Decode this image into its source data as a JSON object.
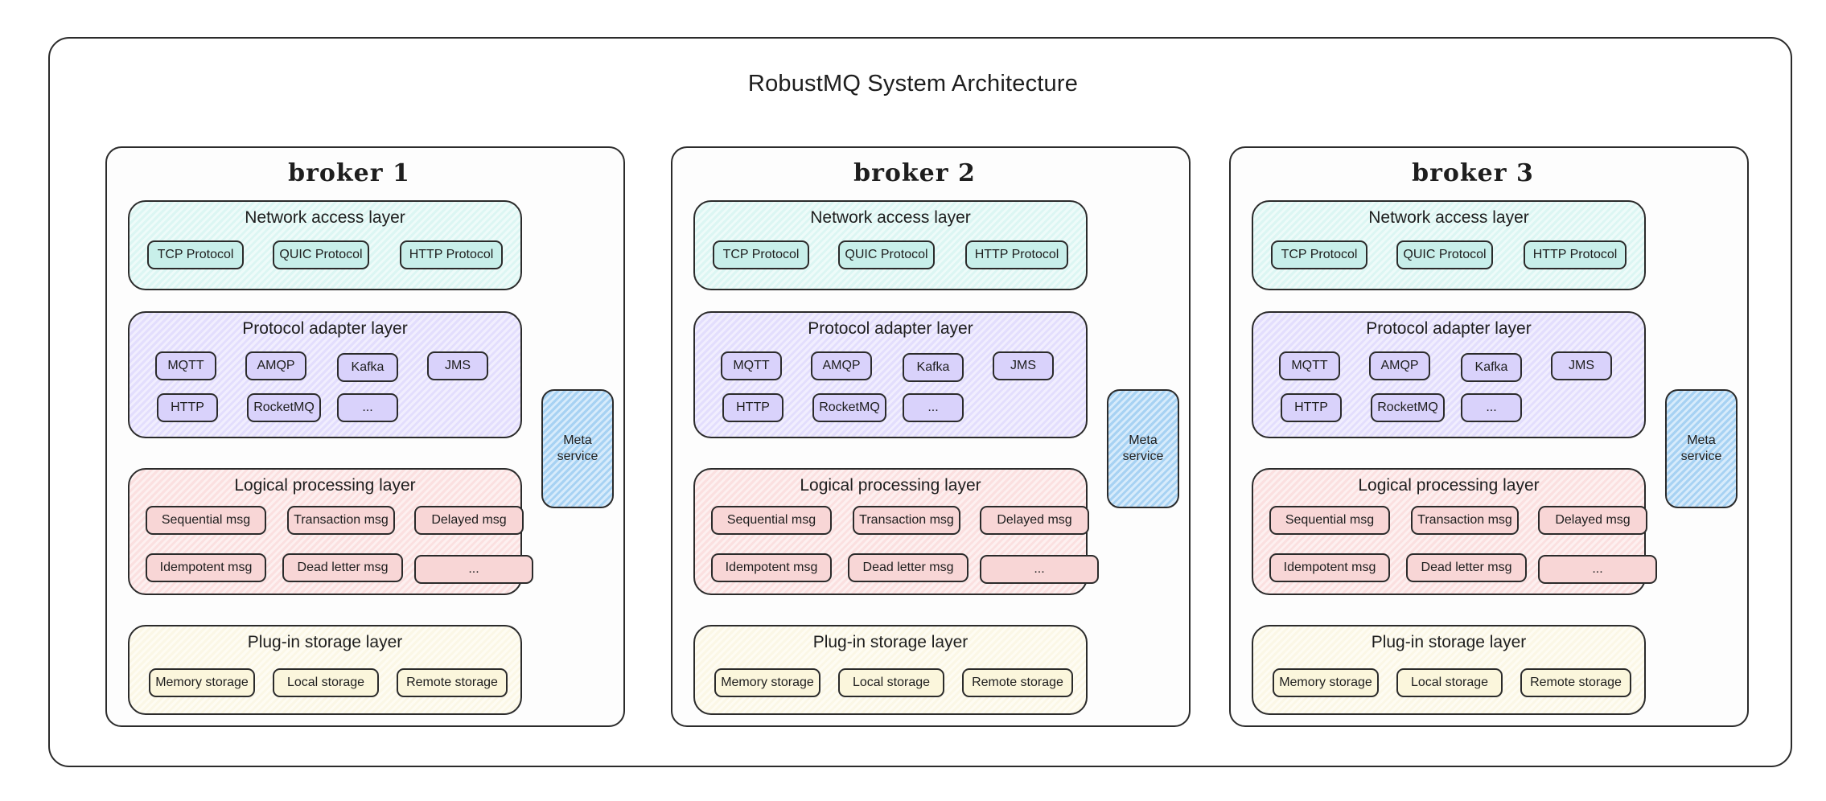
{
  "title": "RobustMQ System Architecture",
  "layers": {
    "network": {
      "title": "Network access layer",
      "items": [
        "TCP Protocol",
        "QUIC Protocol",
        "HTTP  Protocol"
      ]
    },
    "protocol": {
      "title": "Protocol adapter layer",
      "items": [
        "MQTT",
        "AMQP",
        "Kafka",
        "JMS",
        "HTTP",
        "RocketMQ",
        "..."
      ]
    },
    "logic": {
      "title": "Logical processing layer",
      "items": [
        "Sequential msg",
        "Transaction msg",
        "Delayed msg",
        "Idempotent msg",
        "Dead  letter msg",
        "..."
      ]
    },
    "storage": {
      "title": "Plug-in storage layer",
      "items": [
        "Memory storage",
        "Local storage",
        "Remote storage"
      ]
    }
  },
  "meta_service": "Meta service",
  "brokers": [
    {
      "name": "broker 1"
    },
    {
      "name": "broker 2"
    },
    {
      "name": "broker 3"
    }
  ],
  "colors": {
    "network": "#c8efea",
    "protocol": "#d9d2fb",
    "logic": "#f8d6d6",
    "storage": "#fbf6dc",
    "meta": "#a7d2f3"
  }
}
